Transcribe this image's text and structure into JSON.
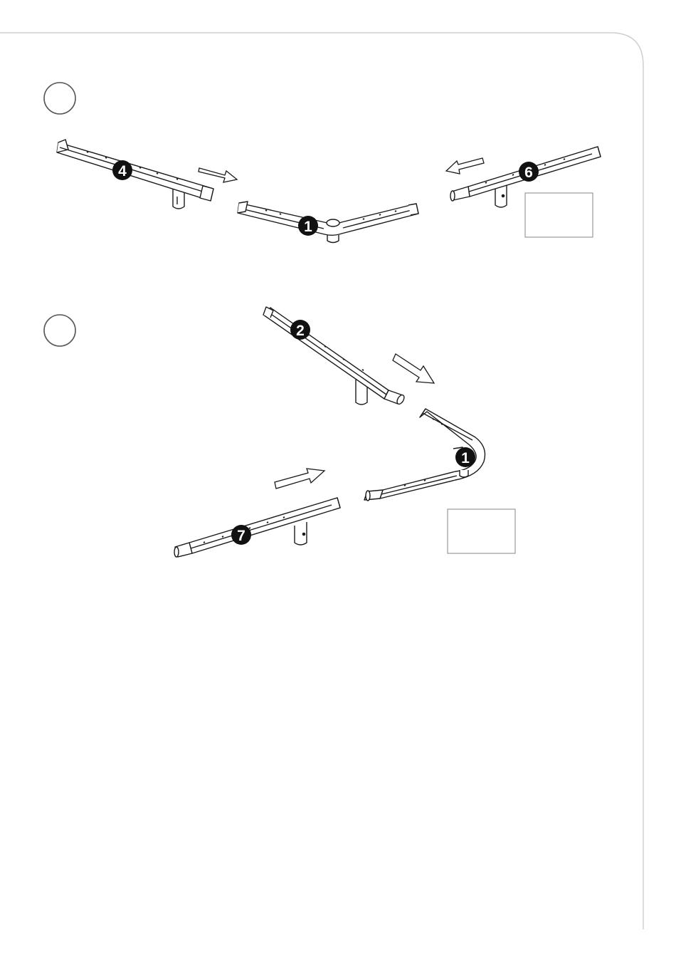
{
  "steps": [
    {
      "step_number": "",
      "parts": [
        {
          "label": "4"
        },
        {
          "label": "1"
        },
        {
          "label": "6"
        }
      ],
      "callout_box": ""
    },
    {
      "step_number": "",
      "parts": [
        {
          "label": "2"
        },
        {
          "label": "1"
        },
        {
          "label": "7"
        }
      ],
      "callout_box": ""
    }
  ],
  "colors": {
    "line": "#1a1a1a",
    "frame": "#cfcfcf",
    "badge": "#111111",
    "badge_text": "#ffffff",
    "callout_border": "#9a9a9a"
  }
}
